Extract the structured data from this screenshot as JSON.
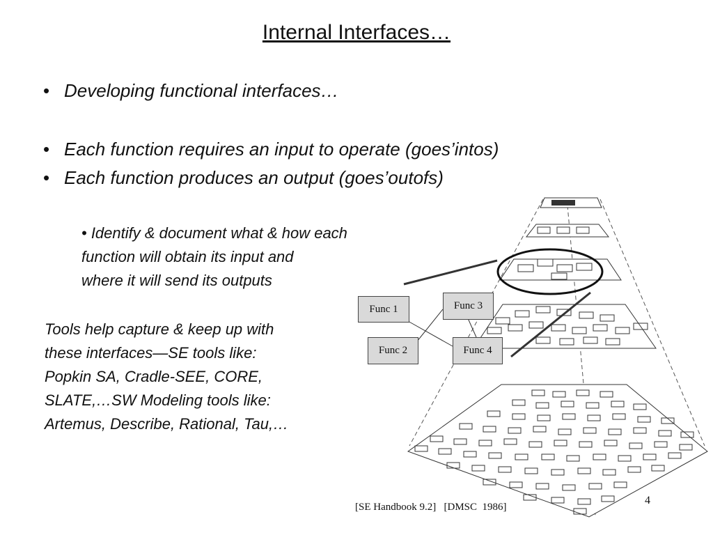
{
  "slide": {
    "title": "Internal Interfaces…",
    "bullets": [
      "Developing functional interfaces…",
      "Each function requires an input to operate (goes’intos)",
      "Each function produces an output (goes’outofs)"
    ],
    "sub_bullet_lines": [
      "• Identify & document what & how each",
      "function will obtain its input and",
      "where it will send its outputs"
    ],
    "tools_lines": [
      "Tools help capture & keep up with",
      "these interfaces—SE tools like:",
      "Popkin SA, Cradle-SEE, CORE,",
      "SLATE,…SW Modeling tools like:",
      "Artemus, Describe, Rational, Tau,…"
    ],
    "citation": "[SE Handbook 9.2]   [DMSC  1986]",
    "page_number": "4"
  },
  "diagram": {
    "func_boxes": [
      "Func 1",
      "Func 2",
      "Func 3",
      "Func 4"
    ]
  }
}
